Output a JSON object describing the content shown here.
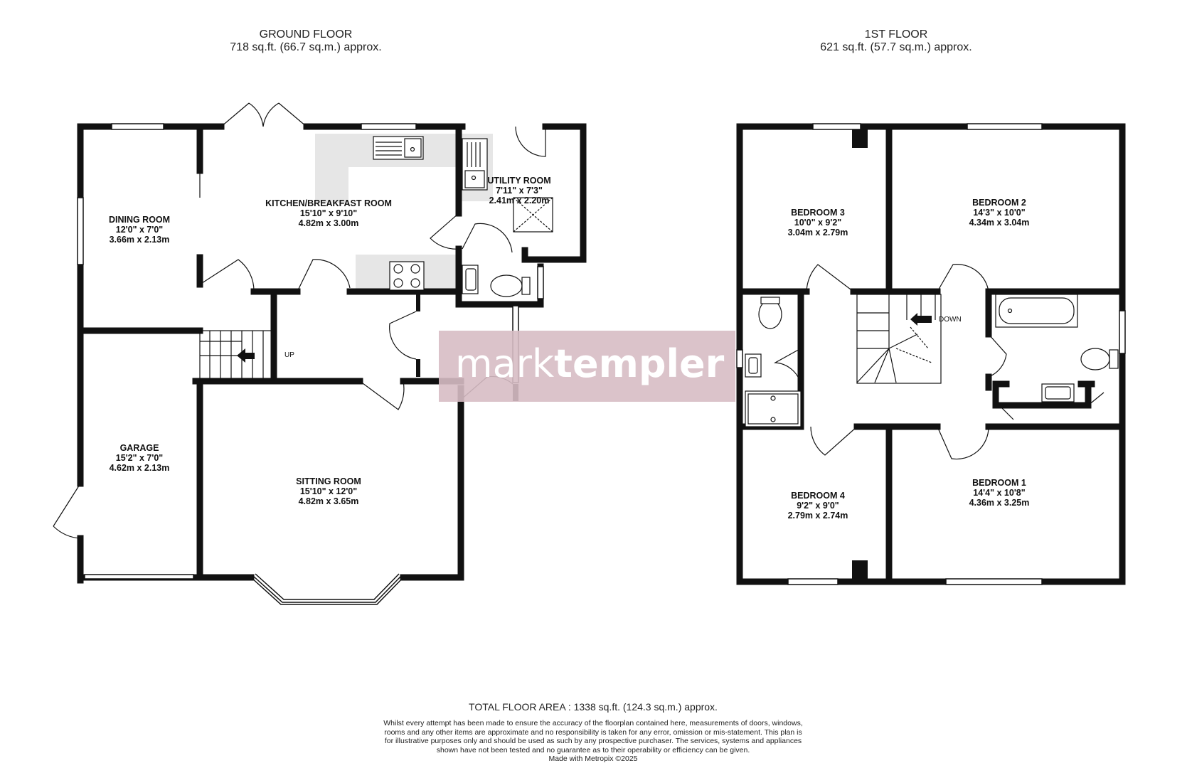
{
  "ground_floor": {
    "title": "GROUND FLOOR",
    "area": "718 sq.ft. (66.7 sq.m.) approx.",
    "stair_label": "UP",
    "rooms": [
      {
        "name": "DINING ROOM",
        "imperial": "12'0\" x 7'0\"",
        "metric": "3.66m x 2.13m"
      },
      {
        "name": "KITCHEN/BREAKFAST ROOM",
        "imperial": "15'10\" x 9'10\"",
        "metric": "4.82m x 3.00m"
      },
      {
        "name": "UTILITY ROOM",
        "imperial": "7'11\" x 7'3\"",
        "metric": "2.41m x 2.20m"
      },
      {
        "name": "GARAGE",
        "imperial": "15'2\" x 7'0\"",
        "metric": "4.62m x 2.13m"
      },
      {
        "name": "SITTING ROOM",
        "imperial": "15'10\" x 12'0\"",
        "metric": "4.82m x 3.65m"
      }
    ]
  },
  "first_floor": {
    "title": "1ST FLOOR",
    "area": "621 sq.ft. (57.7 sq.m.) approx.",
    "stair_label": "DOWN",
    "rooms": [
      {
        "name": "BEDROOM 3",
        "imperial": "10'0\" x 9'2\"",
        "metric": "3.04m x 2.79m"
      },
      {
        "name": "BEDROOM 2",
        "imperial": "14'3\" x 10'0\"",
        "metric": "4.34m x 3.04m"
      },
      {
        "name": "BEDROOM 4",
        "imperial": "9'2\" x 9'0\"",
        "metric": "2.79m x 2.74m"
      },
      {
        "name": "BEDROOM 1",
        "imperial": "14'4\" x 10'8\"",
        "metric": "4.36m x 3.25m"
      }
    ]
  },
  "watermark": {
    "part1": "mark",
    "part2": "templer"
  },
  "footer": {
    "total_area": "TOTAL FLOOR AREA : 1338 sq.ft. (124.3 sq.m.) approx.",
    "disclaimer": "Whilst every attempt has been made to ensure the accuracy of the floorplan contained here, measurements of doors, windows, rooms and any other items are approximate and no responsibility is taken for any error, omission or mis-statement. This plan is for illustrative purposes only and should be used as such by any prospective purchaser. The services, systems and appliances shown have not been tested and no guarantee as to their operability or efficiency can be given.",
    "credit": "Made with Metropix ©2025"
  },
  "colors": {
    "wall": "#111111",
    "fixture_fill": "#e6e6e6",
    "watermark_bg": "#d7bcc4"
  }
}
